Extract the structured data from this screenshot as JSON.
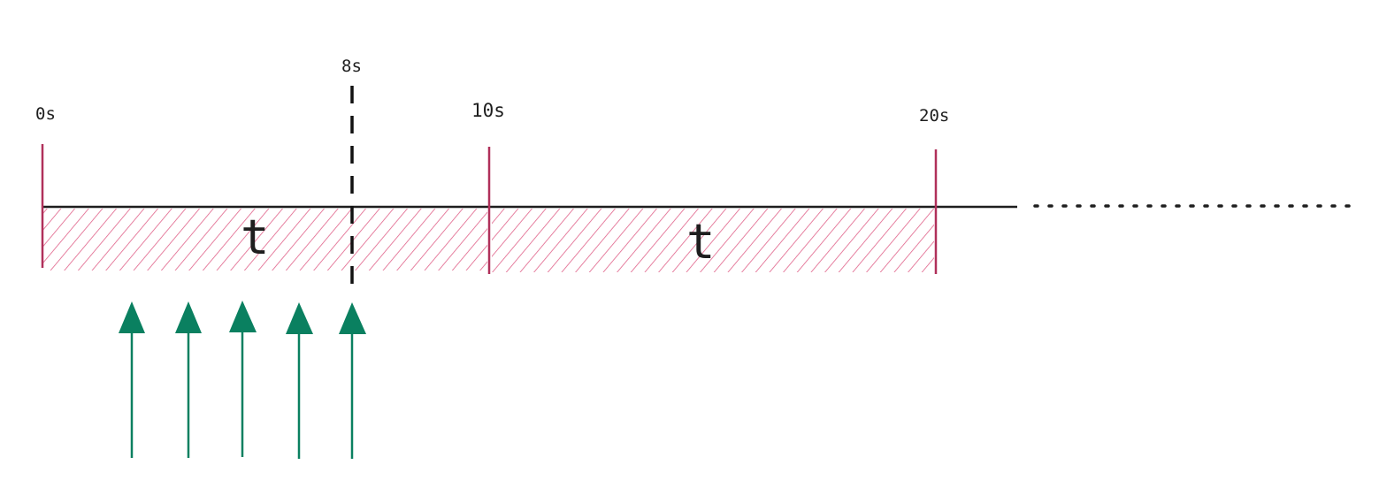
{
  "timeline": {
    "ticks": [
      {
        "label": "0s"
      },
      {
        "label": "10s"
      },
      {
        "label": "20s"
      }
    ],
    "marker": {
      "label": "8s"
    },
    "windows": [
      {
        "label": "t"
      },
      {
        "label": "t"
      }
    ],
    "request_count": 5
  },
  "colors": {
    "axis": "#1e1e1e",
    "tick": "#b0305a",
    "hatch": "#e06088",
    "arrow": "#0a8060",
    "marker": "#111111"
  }
}
